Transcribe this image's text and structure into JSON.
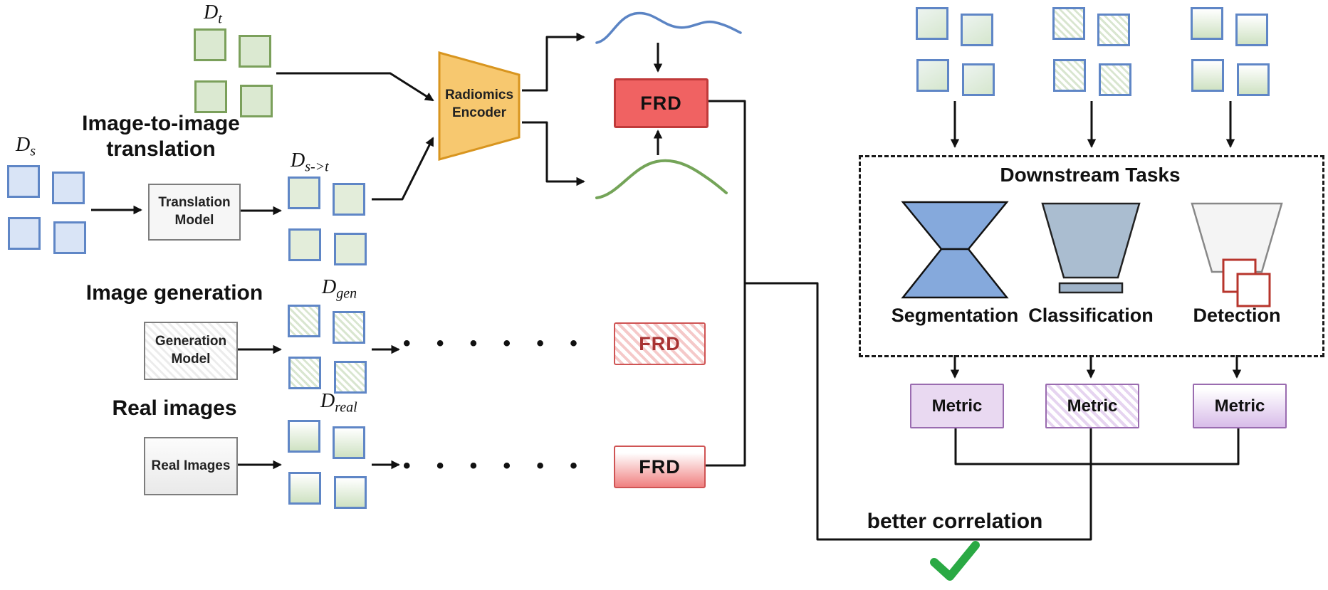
{
  "headings": {
    "translation_line1": "Image-to-image",
    "translation_line2": "translation",
    "generation": "Image generation",
    "real": "Real images"
  },
  "datasets": {
    "ds": {
      "base": "D",
      "sub": "s"
    },
    "dt": {
      "base": "D",
      "sub": "t"
    },
    "dst": {
      "base": "D",
      "sub": "s->t"
    },
    "dgen": {
      "base": "D",
      "sub": "gen"
    },
    "dreal": {
      "base": "D",
      "sub": "real"
    }
  },
  "boxes": {
    "translation_model": "Translation Model",
    "generation_model": "Generation Model",
    "real_images": "Real Images"
  },
  "encoder": {
    "line1": "Radiomics",
    "line2": "Encoder"
  },
  "frd": {
    "solid": "FRD",
    "hatched": "FRD",
    "gradient": "FRD"
  },
  "dots": {
    "row1": "• • • • • •",
    "row2": "• • • • • •"
  },
  "downstream": {
    "title": "Downstream Tasks",
    "tasks": [
      "Segmentation",
      "Classification",
      "Detection"
    ],
    "metrics": [
      "Metric",
      "Metric",
      "Metric"
    ]
  },
  "footer": {
    "correlation": "better correlation"
  },
  "icons": {
    "check": "green-checkmark",
    "dots": "ellipsis",
    "encoder": "trapezoid-encoder"
  },
  "colors": {
    "frd_red": "#f06262",
    "frd_border": "#c03a3a",
    "encoder_fill": "#f7c86f",
    "encoder_border": "#d8951f",
    "metric_purple": "#9a6cb0",
    "square_blue_border": "#5f86c6",
    "square_green_border": "#7ba05b",
    "curve_blue": "#5b84c4",
    "curve_green": "#74a458",
    "segmentation_blue": "#85a9dc",
    "classification_gray": "#aabdd0",
    "detection_red": "#b7352c",
    "check_green": "#2aa944"
  }
}
